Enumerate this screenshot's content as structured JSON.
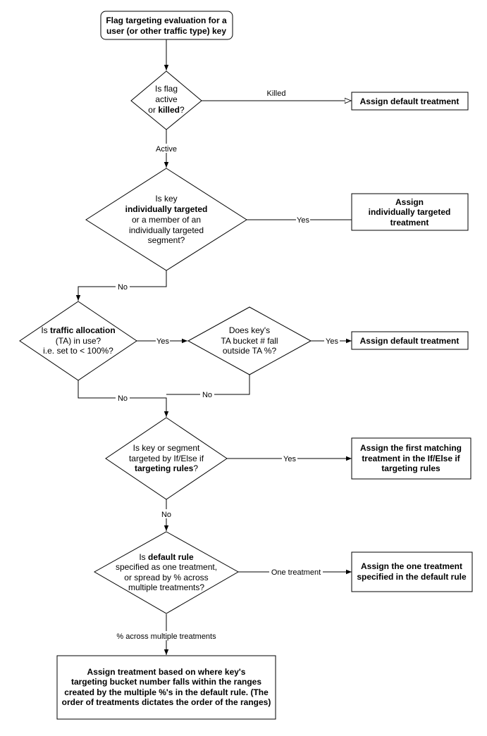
{
  "start": {
    "line1": "Flag targeting evaluation for a",
    "line2": "user (or other traffic type) key"
  },
  "d1": {
    "line1": "Is flag",
    "line2": "active",
    "line3_pre": "or ",
    "line3_bold": "killed",
    "line3_post": "?"
  },
  "d2": {
    "line1": "Is key",
    "line2": "individually targeted",
    "line3": "or a member of an",
    "line4": "individually targeted",
    "line5": "segment?"
  },
  "d3": {
    "line1_pre": "Is ",
    "line1_bold": "traffic allocation",
    "line2": "(TA) in use?",
    "line3": "i.e. set to < 100%?"
  },
  "d4": {
    "line1": "Does key's",
    "line2": "TA bucket # fall",
    "line3": "outside TA %?"
  },
  "d5": {
    "line1": "Is key or segment",
    "line2": "targeted by If/Else if",
    "line3_bold": "targeting rules",
    "line3_post": "?"
  },
  "d6": {
    "line1_pre": "Is ",
    "line1_bold": "default rule",
    "line2": "specified as one treatment,",
    "line3": "or spread by % across",
    "line4": "multiple treatments?"
  },
  "r1": {
    "line1": "Assign default treatment"
  },
  "r2": {
    "line1": "Assign",
    "line2": "individually targeted",
    "line3": "treatment"
  },
  "r3": {
    "line1": "Assign default treatment"
  },
  "r4": {
    "line1": "Assign the first matching",
    "line2": "treatment in the If/Else if",
    "line3": "targeting rules"
  },
  "r5": {
    "line1": "Assign the one treatment",
    "line2": "specified in the default rule"
  },
  "r6": {
    "line1": "Assign treatment based on where key's",
    "line2": "targeting bucket number falls within the ranges",
    "line3": "created by the multiple %'s in the default rule. (The",
    "line4": "order of treatments dictates the order of the ranges)"
  },
  "edges": {
    "killed": "Killed",
    "active": "Active",
    "yes_individual": "Yes",
    "no_individual": "No",
    "yes_ta": "Yes",
    "yes_bucket": "Yes",
    "no_ta": "No",
    "no_bucket": "No",
    "yes_rules": "Yes",
    "no_rules": "No",
    "one_treatment": "One treatment",
    "pct_multiple": "% across multiple treatments"
  }
}
